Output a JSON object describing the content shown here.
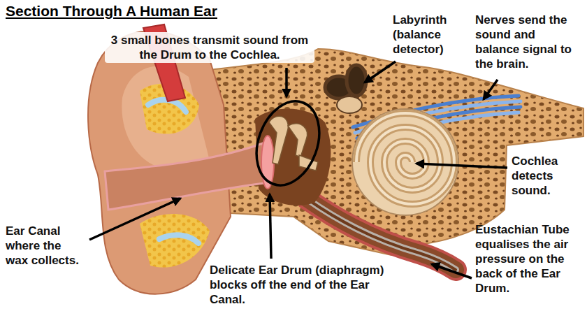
{
  "diagram": {
    "title": "Section Through A Human Ear",
    "labels": [
      "3 small bones transmit sound from the Drum to the Cochlea.",
      "Labyrinth (balance detector)",
      "Nerves send the sound and balance signal to the brain.",
      "Cochlea detects sound.",
      "Ear Canal where the wax collects.",
      "Delicate Ear Drum (diaphragm) blocks off the end of the Ear Canal.",
      "Eustachian Tube equalises the air pressure on the back of the Ear Drum."
    ]
  }
}
